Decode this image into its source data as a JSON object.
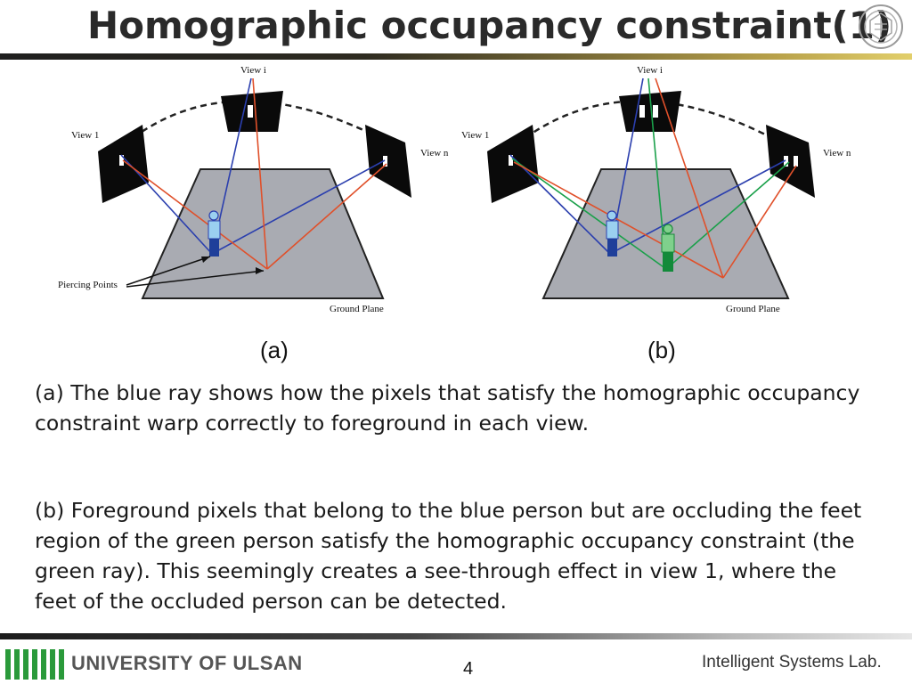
{
  "slide": {
    "title": "Homographic occupancy constraint(1)",
    "page_number": "4"
  },
  "figure": {
    "panel_a": {
      "caption": "(a)",
      "labels": {
        "view_1": "View 1",
        "view_i": "View i",
        "view_n": "View n",
        "piercing_points": "Piercing Points",
        "ground_plane": "Ground Plane"
      }
    },
    "panel_b": {
      "caption": "(b)",
      "labels": {
        "view_1": "View 1",
        "view_i": "View i",
        "view_n": "View n",
        "ground_plane": "Ground Plane"
      }
    },
    "colors": {
      "blue_ray": "#2b3fae",
      "red_ray": "#e0502a",
      "green_ray": "#1aa04a",
      "ground": "#a9abb2"
    }
  },
  "text": {
    "paragraph_a": "(a) The blue ray shows how the pixels that satisfy the homographic occupancy constraint warp correctly to foreground in each view.",
    "paragraph_b": "(b) Foreground pixels that belong to the blue person but are occluding the feet region of the green person satisfy the homographic occupancy constraint (the green ray). This seemingly creates a see-through effect in view 1, where the feet of the occluded person can be detected."
  },
  "footer": {
    "university": "UNIVERSITY OF ULSAN",
    "lab": "Intelligent Systems Lab."
  }
}
